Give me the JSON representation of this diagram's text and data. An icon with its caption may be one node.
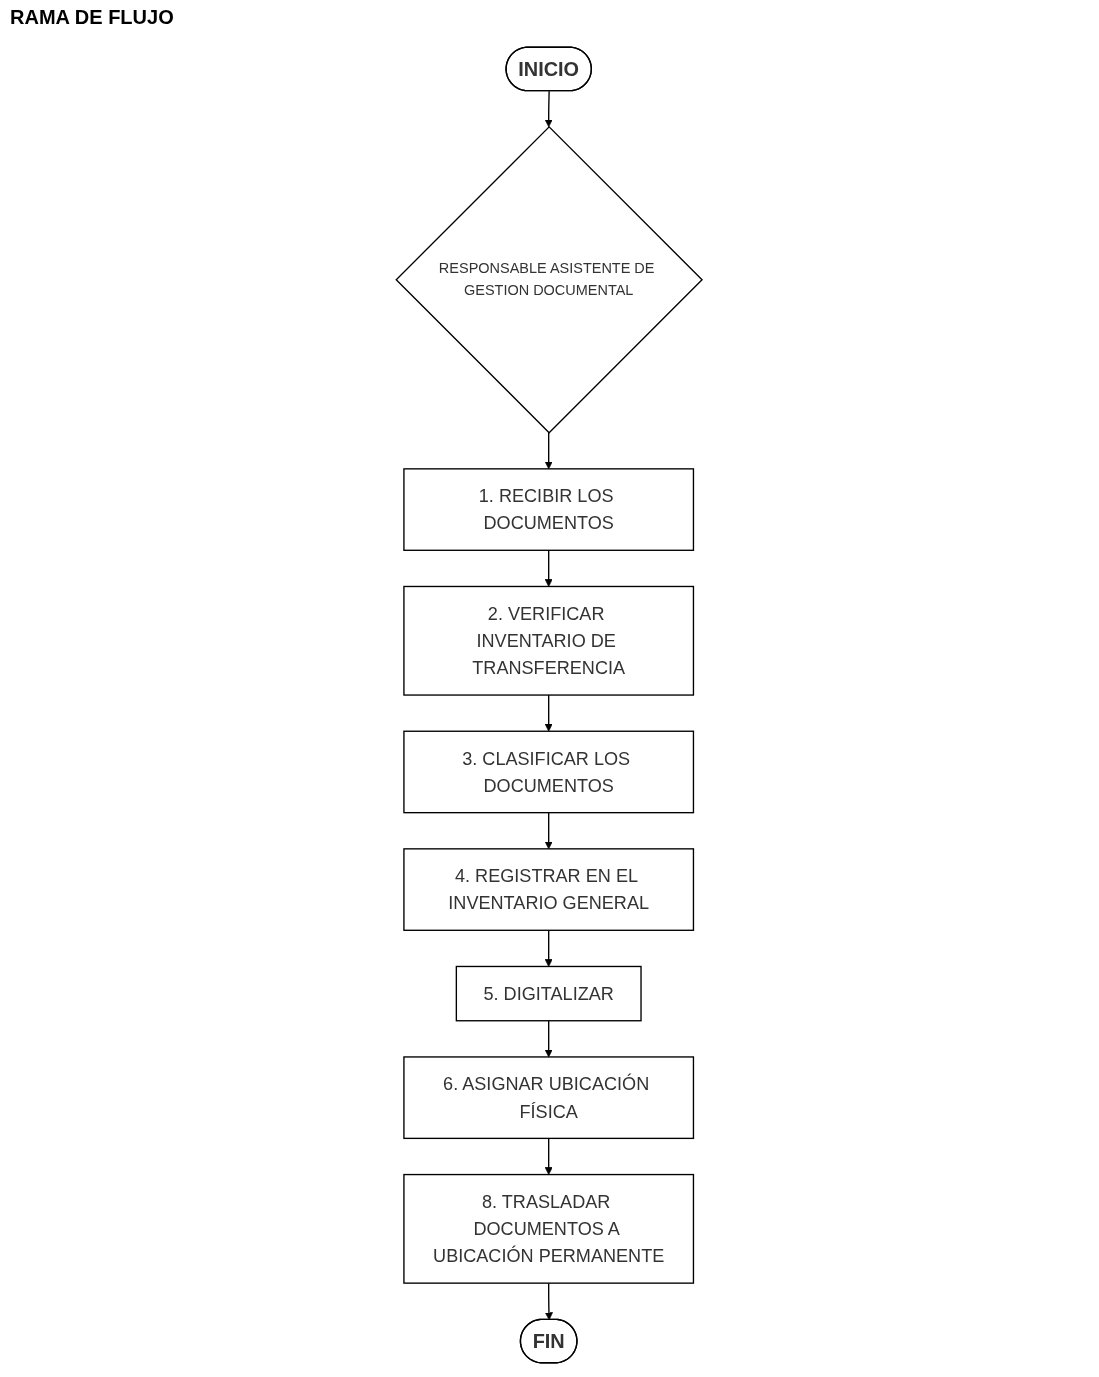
{
  "diagram": {
    "title": "RAMA DE FLUJO",
    "nodes": [
      {
        "text": [
          "INICIO"
        ]
      },
      {
        "text": [
          "RESPONSABLE ASISTENTE DE GESTION DOCUMENTAL"
        ]
      },
      {
        "text": [
          "1. RECIBIR LOS DOCUMENTOS"
        ]
      },
      {
        "text": [
          "2. VERIFICAR INVENTARIO DE TRANSFERENCIA"
        ]
      },
      {
        "text": [
          "3. CLASIFICAR LOS DOCUMENTOS"
        ]
      },
      {
        "text": [
          "4. REGISTRAR EN EL INVENTARIO GENERAL"
        ]
      },
      {
        "text": [
          "5. DIGITALIZAR"
        ]
      },
      {
        "text": [
          "6. ASIGNAR UBICACIÓN FÍSICA"
        ]
      },
      {
        "text": [
          "8. TRASLADAR DOCUMENTOS A UBICACIÓN PERMANENTE"
        ]
      },
      {
        "text": [
          "FIN"
        ]
      }
    ],
    "edges": [
      {
        "from": 0,
        "to": 1,
        "arrow": "to"
      },
      {
        "from": 1,
        "to": 2,
        "arrow": "to"
      },
      {
        "from": 2,
        "to": 3,
        "arrow": "to"
      },
      {
        "from": 3,
        "to": 4,
        "arrow": "to"
      },
      {
        "from": 4,
        "to": 5,
        "arrow": "to"
      },
      {
        "from": 5,
        "to": 6,
        "arrow": "to"
      },
      {
        "from": 6,
        "to": 7,
        "arrow": "to"
      },
      {
        "from": 7,
        "to": 8,
        "arrow": "to"
      },
      {
        "from": 8,
        "to": 9,
        "arrow": "to"
      }
    ]
  }
}
